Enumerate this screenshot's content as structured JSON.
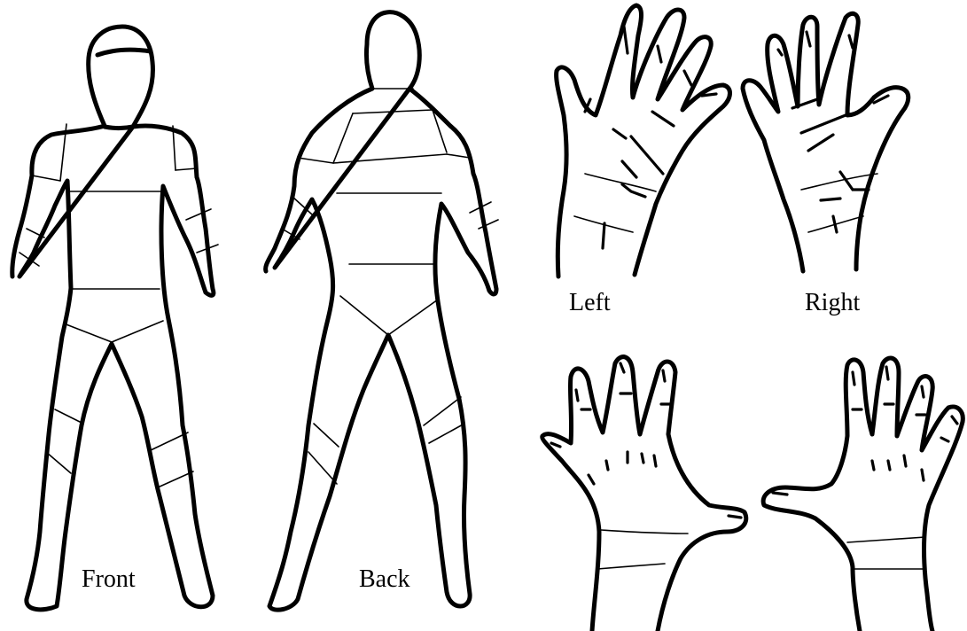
{
  "labels": {
    "front": "Front",
    "back": "Back",
    "left_palm": "Left",
    "right_palm": "Right"
  },
  "colors": {
    "line": "#000000",
    "background": "#ffffff"
  }
}
